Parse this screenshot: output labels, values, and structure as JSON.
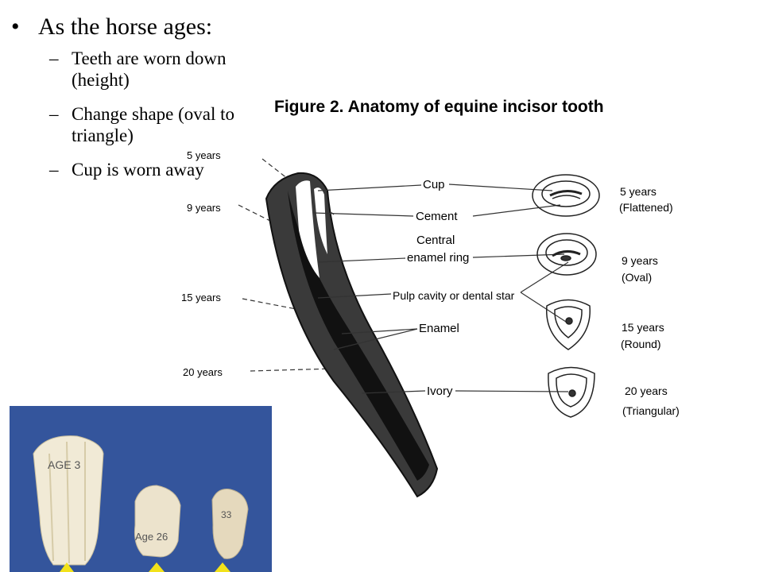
{
  "bullets": {
    "main": "As the horse ages:",
    "subs": [
      "Teeth are worn down (height)",
      "Change shape (oval to triangle)",
      "Cup is worn away"
    ]
  },
  "figure": {
    "title": "Figure 2. Anatomy of equine incisor tooth",
    "age_marks": [
      "5 years",
      "9 years",
      "15 years",
      "20 years"
    ],
    "labels": {
      "cup": "Cup",
      "cement": "Cement",
      "central_line1": "Central",
      "central_line2": "enamel ring",
      "pulp": "Pulp cavity or dental star",
      "enamel": "Enamel",
      "ivory": "Ivory"
    },
    "stages": [
      {
        "age": "5 years",
        "shape": "(Flattened)"
      },
      {
        "age": "9 years",
        "shape": "(Oval)"
      },
      {
        "age": "15 years",
        "shape": "(Round)"
      },
      {
        "age": "20 years",
        "shape": "(Triangular)"
      }
    ]
  },
  "photo": {
    "labels": [
      "AGE 3",
      "Age 26",
      "33"
    ]
  },
  "colors": {
    "tooth_dark": "#3a3a3a",
    "photo_bg": "#2f4f94",
    "arrow": "#f2e21a"
  }
}
